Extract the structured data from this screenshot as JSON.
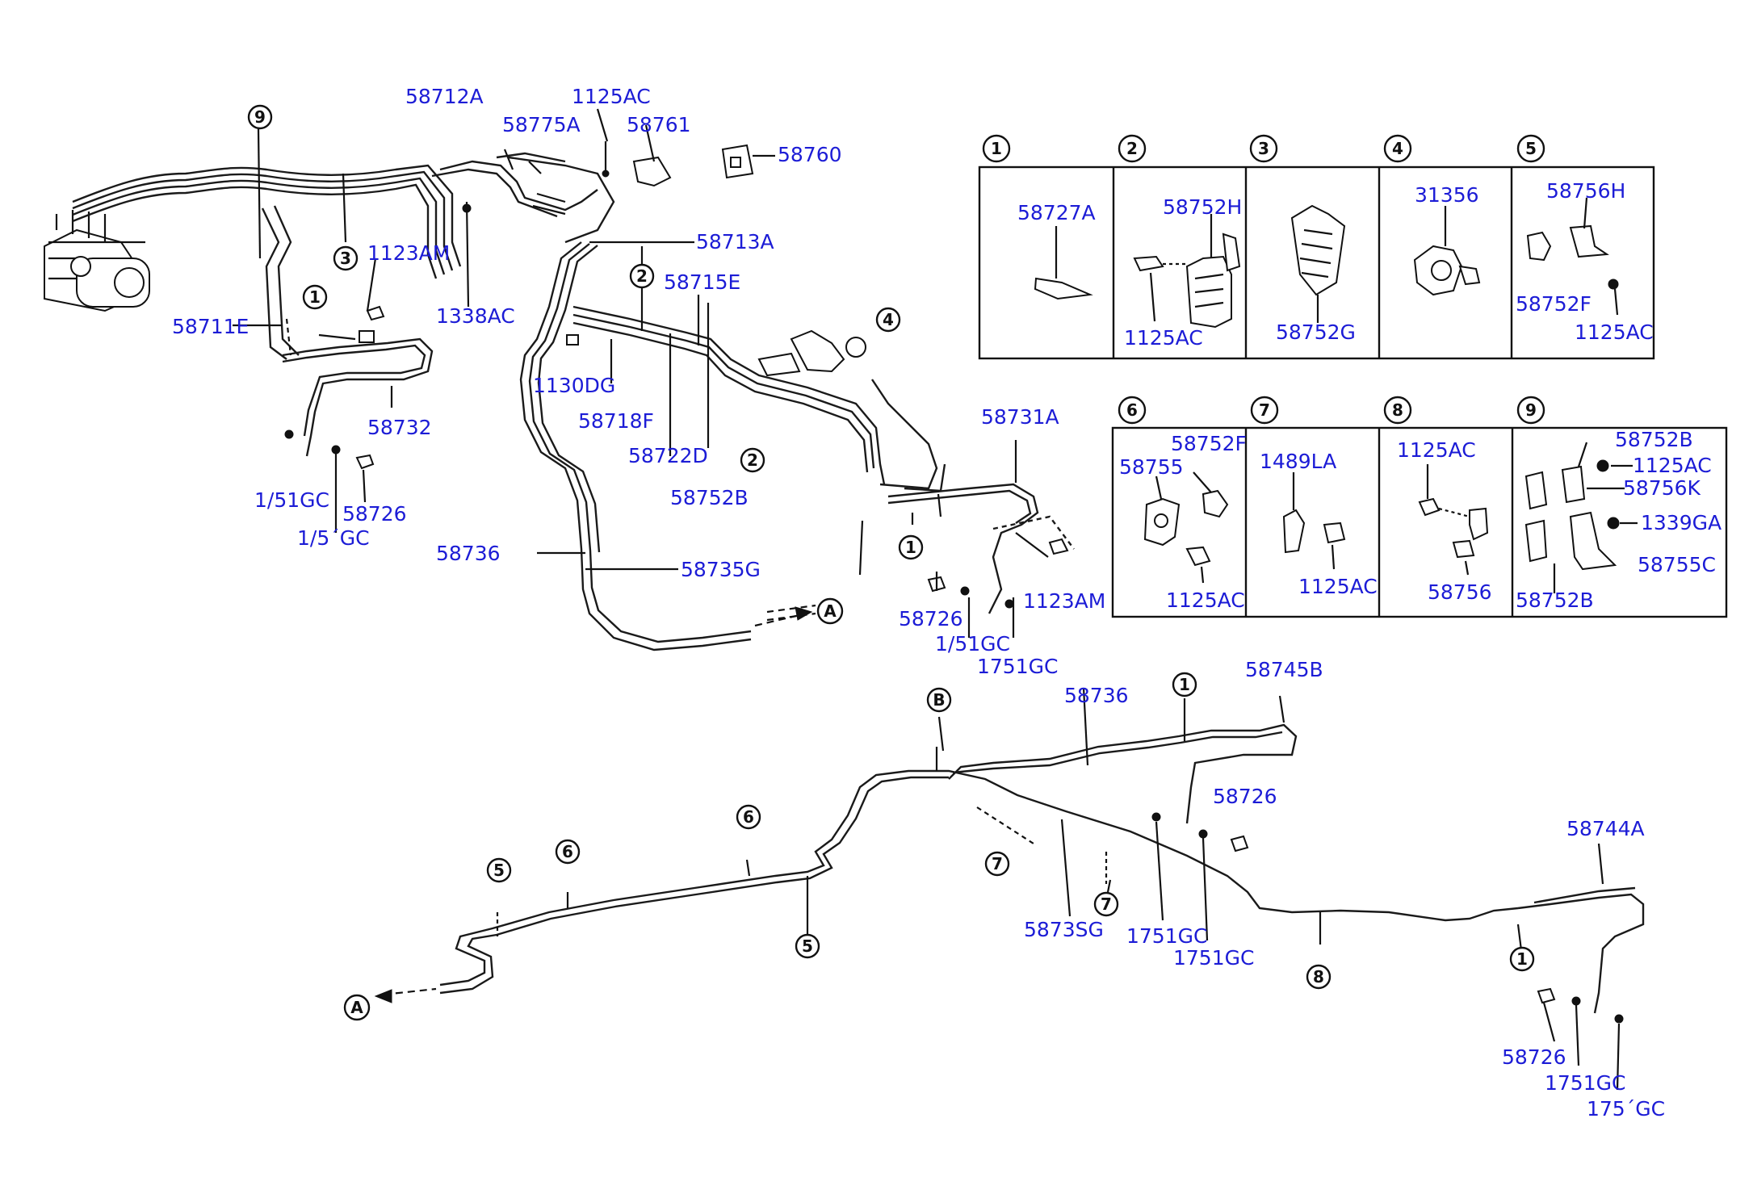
{
  "callouts": [
    "1",
    "2",
    "3",
    "4",
    "5",
    "6",
    "7",
    "8",
    "9",
    "A",
    "B"
  ],
  "labels": {
    "p58712A": "58712A",
    "p1125AC_top": "1125AC",
    "p58775A": "58775A",
    "p58761": "58761",
    "p58760": "58760",
    "p58713A": "58713A",
    "p1123AM_top": "1123AM",
    "p1338AC": "1338AC",
    "p58711E": "58711E",
    "p58715E": "58715E",
    "p1130DG": "1130DG",
    "p58718F": "58718F",
    "p58722D": "58722D",
    "p58752B_main": "58752B",
    "p58732": "58732",
    "p1751GC_a": "1/51GC",
    "p58726_a": "58726",
    "p1751GC_b": "1/5´GC",
    "p58731A": "58731A",
    "p58736_top": "58736",
    "p58735G_top": "58735G",
    "p58726_b": "58726",
    "p1751GC_c": "1/51GC",
    "p1123AM_b": "1123AM",
    "p1751GC_d": "1751GC",
    "p58736_low": "58736",
    "p58745B": "58745B",
    "p58726_c": "58726",
    "p5873SG_low": "5873SG",
    "p1751GC_e": "1751GC",
    "p1751GC_f": "1751GC",
    "p58744A": "58744A",
    "p58726_d": "58726",
    "p1751GC_g": "1751GC",
    "p1751GC_h": "175´GC"
  },
  "detail_boxes": [
    {
      "id": "1",
      "labels": [
        "58727A"
      ]
    },
    {
      "id": "2",
      "labels": [
        "58752H",
        "1125AC"
      ]
    },
    {
      "id": "3",
      "labels": [
        "58752G"
      ]
    },
    {
      "id": "4",
      "labels": [
        "31356"
      ]
    },
    {
      "id": "5",
      "labels": [
        "58756H",
        "58752F",
        "1125AC"
      ]
    },
    {
      "id": "6",
      "labels": [
        "58752F",
        "58755",
        "1125AC"
      ]
    },
    {
      "id": "7",
      "labels": [
        "1489LA",
        "1125AC"
      ]
    },
    {
      "id": "8",
      "labels": [
        "1125AC",
        "58756"
      ]
    },
    {
      "id": "9",
      "labels": [
        "58752B",
        "1125AC",
        "58756K",
        "1339GA",
        "58755C",
        "58752B"
      ]
    }
  ]
}
